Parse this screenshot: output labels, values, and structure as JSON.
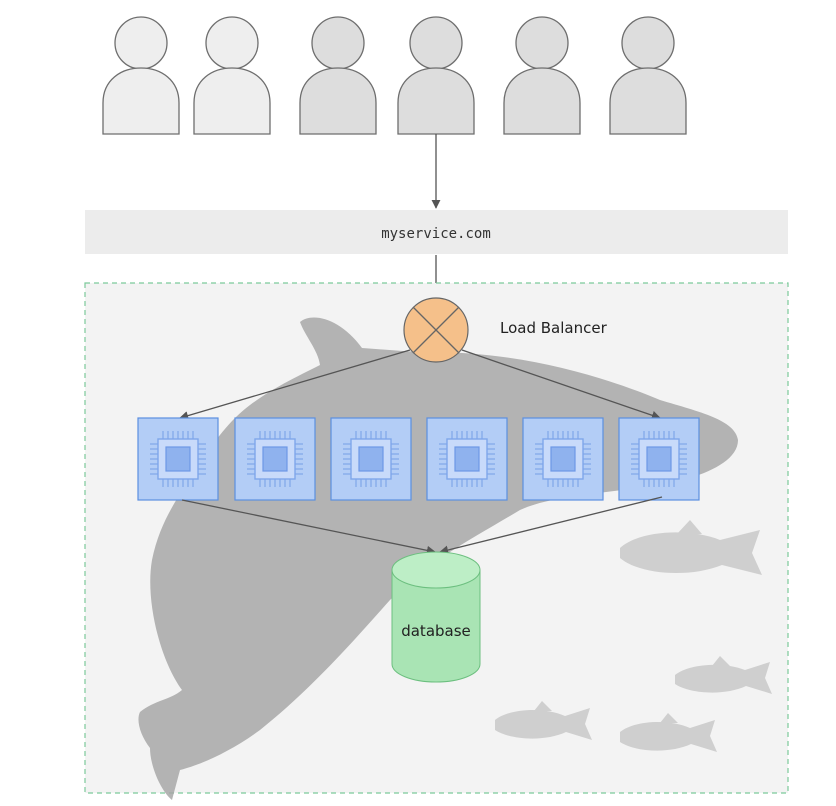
{
  "users": {
    "count": 6,
    "icon": "person-icon"
  },
  "domain_bar": {
    "text": "myservice.com"
  },
  "load_balancer": {
    "label": "Load Balancer",
    "icon": "load-balancer-icon",
    "color": "#f5c08a"
  },
  "servers": {
    "count": 6,
    "icon": "cpu-chip-icon",
    "color": "#b3cdf6"
  },
  "database": {
    "label": "database",
    "icon": "database-icon",
    "color": "#a9e4b4"
  },
  "background": {
    "icons": [
      "whale-icon",
      "fish-icon"
    ]
  }
}
